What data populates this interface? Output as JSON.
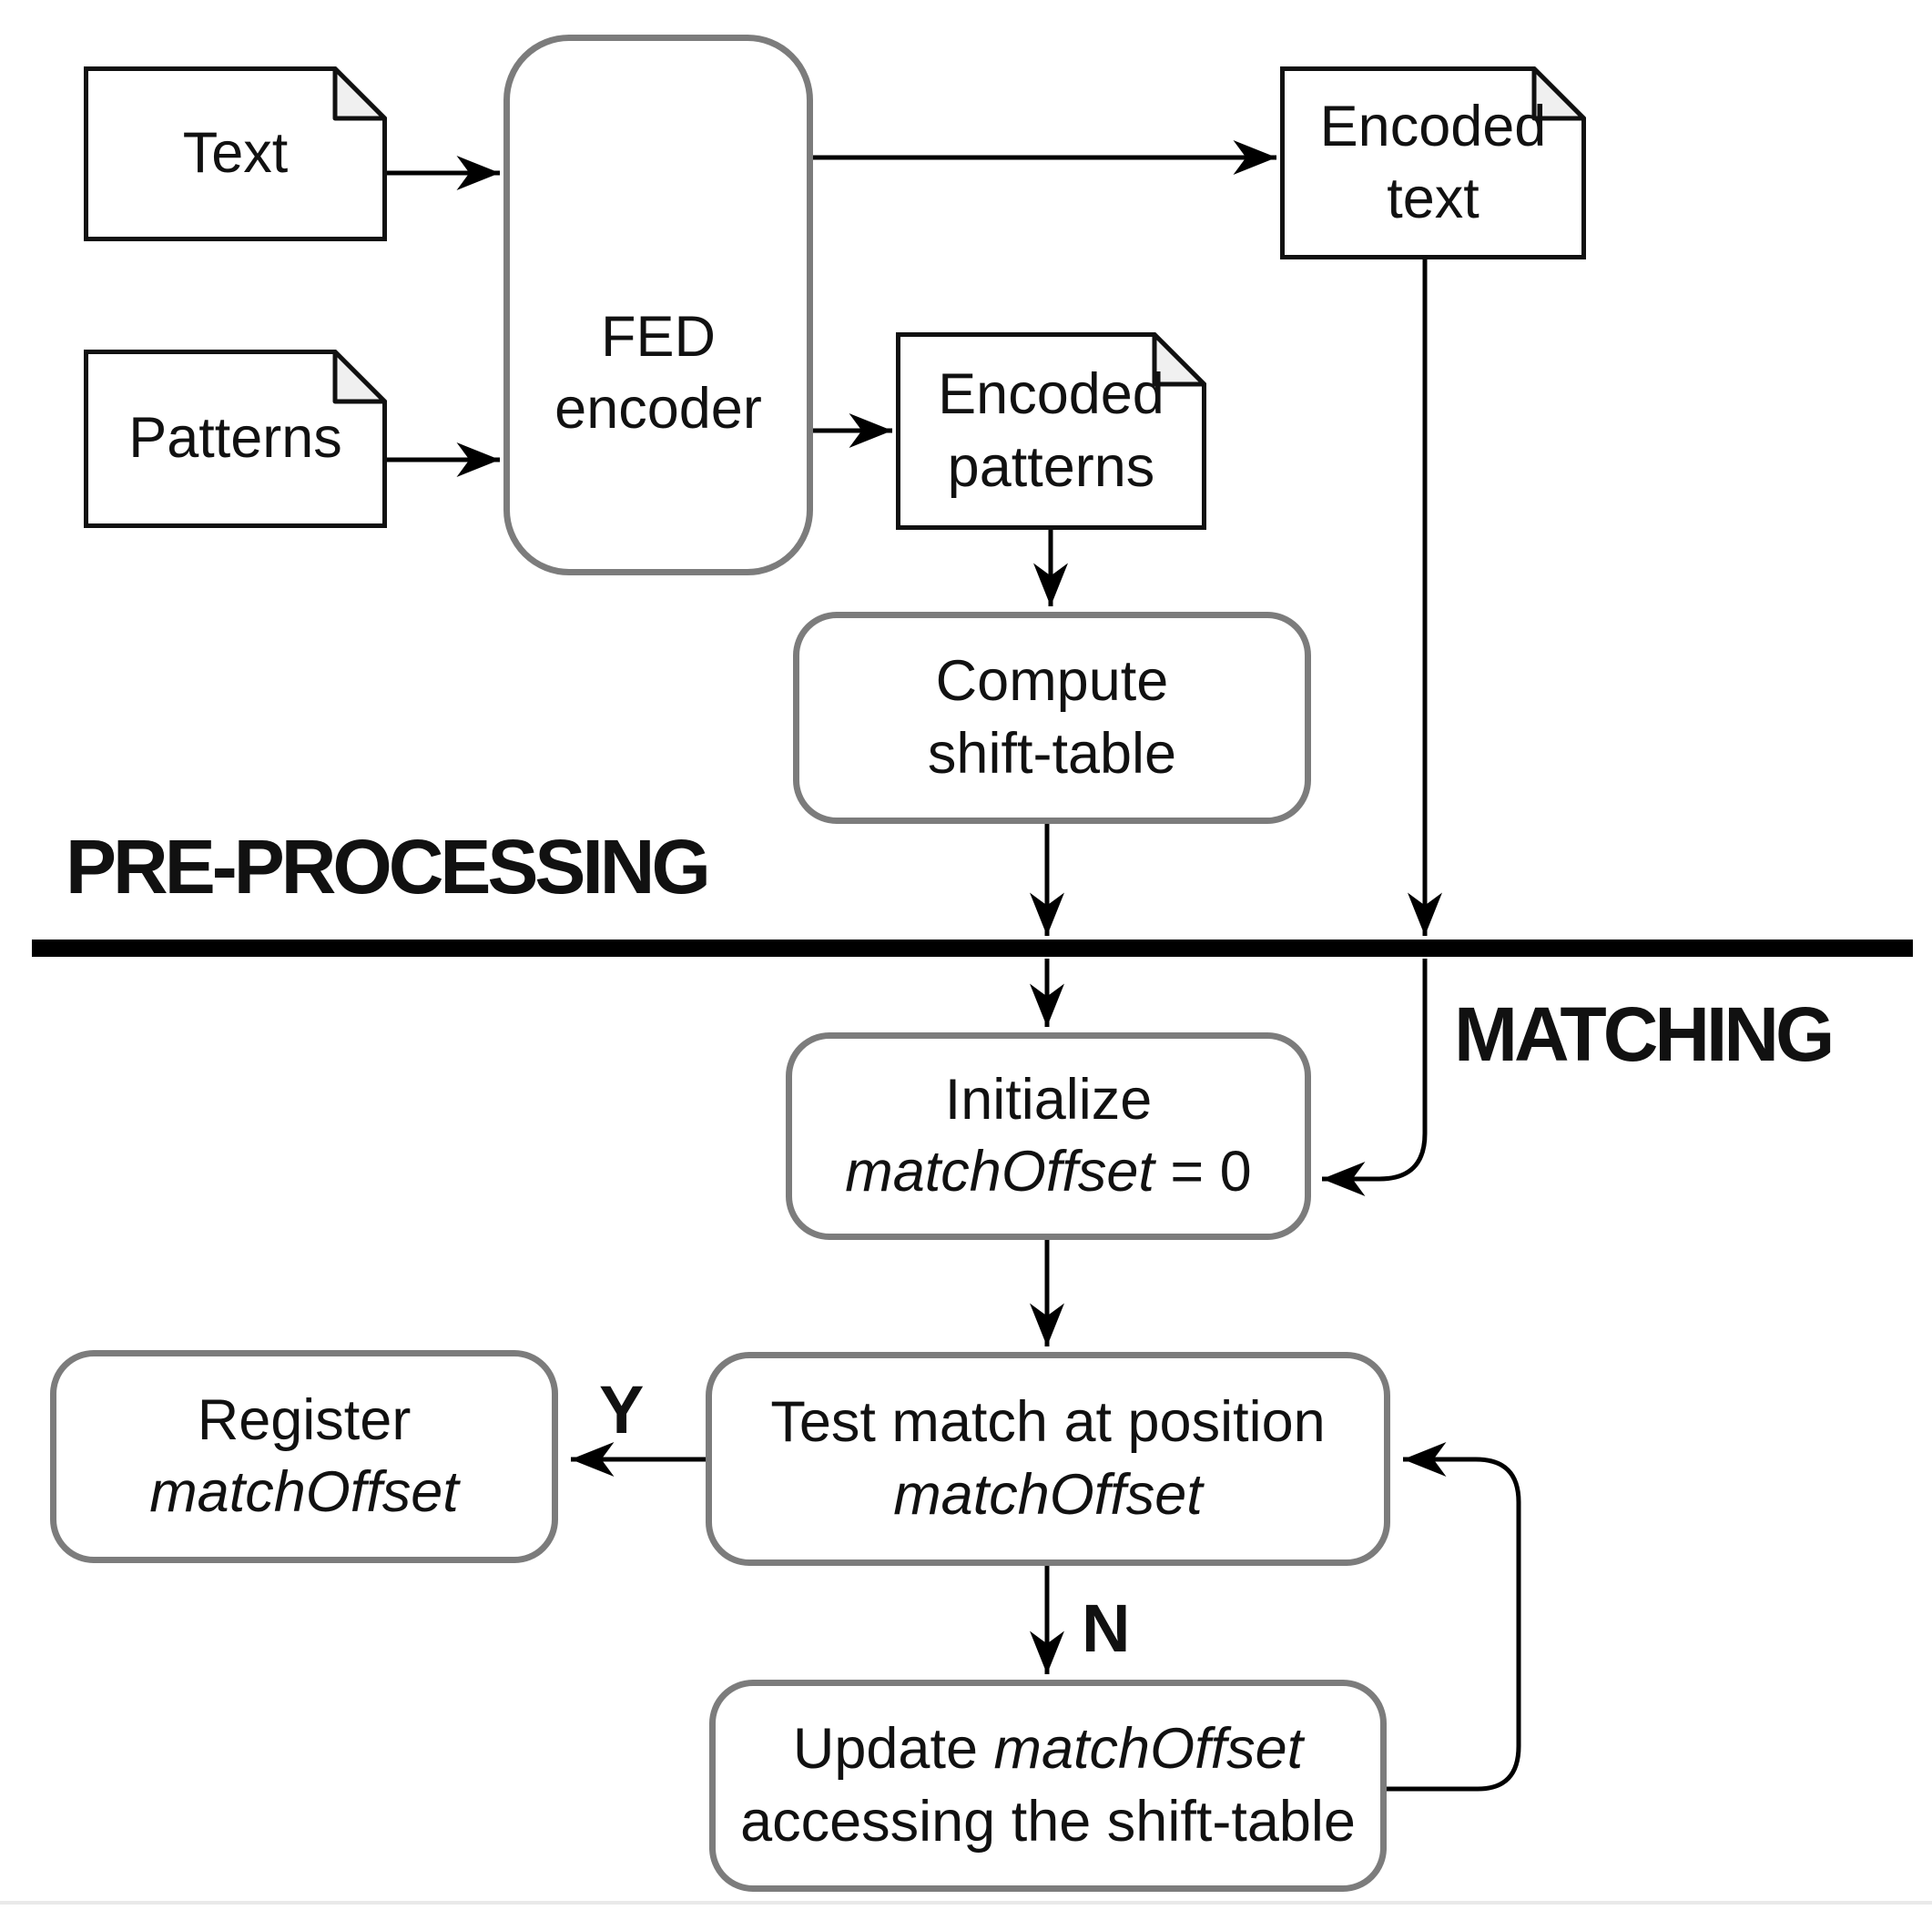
{
  "figure": {
    "type": "flowchart",
    "description_sections": [
      "pre-processing phase above divider",
      "matching phase below divider"
    ]
  },
  "sections": {
    "preprocessing": "PRE-PROCESSING",
    "matching": "MATCHING"
  },
  "nodes": {
    "doc_text": {
      "label": "Text"
    },
    "doc_patterns": {
      "label": "Patterns"
    },
    "fed_encoder": {
      "line1": "FED",
      "line2": "encoder"
    },
    "encoded_text": {
      "line1": "Encoded",
      "line2": "text"
    },
    "encoded_patterns": {
      "line1": "Encoded",
      "line2": "patterns"
    },
    "compute": {
      "line1": "Compute",
      "line2": "shift-table"
    },
    "initialize": {
      "line1": "Initialize",
      "var_name": "matchOffset",
      "suffix": " = 0"
    },
    "test": {
      "line1": "Test match at position",
      "var_name": "matchOffset"
    },
    "register": {
      "line1": "Register",
      "var_name": "matchOffset"
    },
    "update": {
      "prefix": "Update ",
      "var_name": "matchOffset",
      "line2": "accessing the shift-table"
    }
  },
  "edge_labels": {
    "yes": "Y",
    "no": "N"
  },
  "colors": {
    "node_border": "#7c7c7c",
    "document_border": "#111111",
    "fold_fill": "#f0f0f0",
    "connector": "#000000",
    "divider": "#000000",
    "bottom_rule": "#e9e9e9",
    "background": "#ffffff",
    "text": "#111111"
  }
}
